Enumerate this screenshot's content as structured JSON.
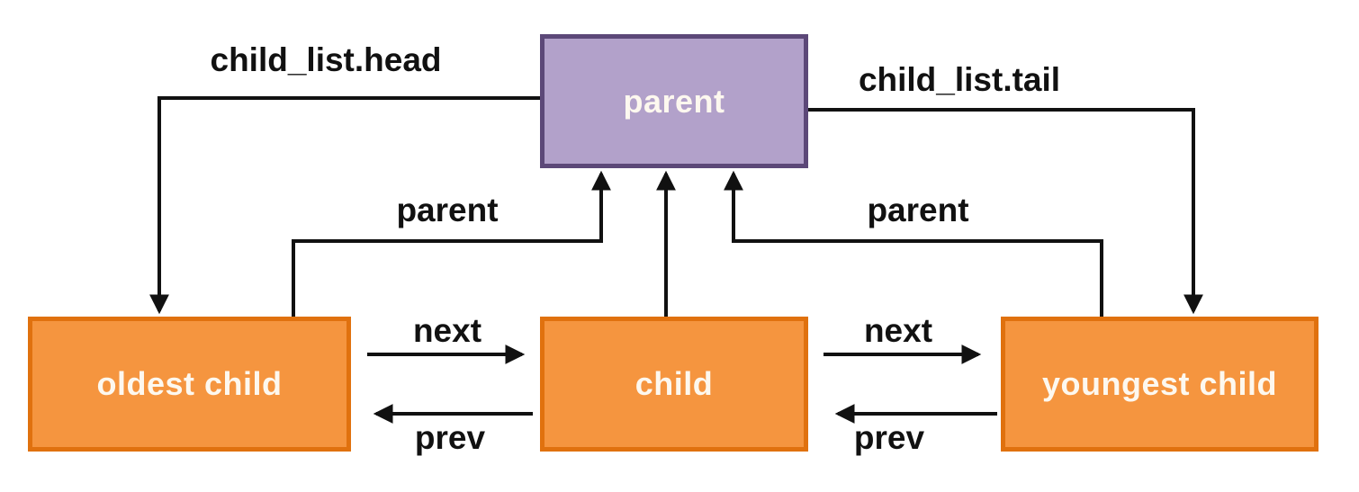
{
  "diagram": {
    "nodes": {
      "parent": {
        "label": "parent"
      },
      "oldest": {
        "label": "oldest child"
      },
      "child": {
        "label": "child"
      },
      "youngest": {
        "label": "youngest child"
      }
    },
    "edges": [
      {
        "from": "parent",
        "to": "oldest child",
        "label": "child_list.head"
      },
      {
        "from": "parent",
        "to": "youngest child",
        "label": "child_list.tail"
      },
      {
        "from": "oldest child",
        "to": "parent",
        "label": "parent"
      },
      {
        "from": "child",
        "to": "parent",
        "label": ""
      },
      {
        "from": "youngest child",
        "to": "parent",
        "label": "parent"
      },
      {
        "from": "oldest child",
        "to": "child",
        "label": "next"
      },
      {
        "from": "child",
        "to": "oldest child",
        "label": "prev"
      },
      {
        "from": "child",
        "to": "youngest child",
        "label": "next"
      },
      {
        "from": "youngest child",
        "to": "child",
        "label": "prev"
      }
    ],
    "colors": {
      "child_node_fill": "#f5953f",
      "child_node_border": "#e0710e",
      "parent_node_fill": "#b2a1ca",
      "parent_node_border": "#5c4878",
      "node_text": "#fdf8ef",
      "arrow": "#111111",
      "edge_label_text": "#111111",
      "background": "#ffffff"
    }
  }
}
